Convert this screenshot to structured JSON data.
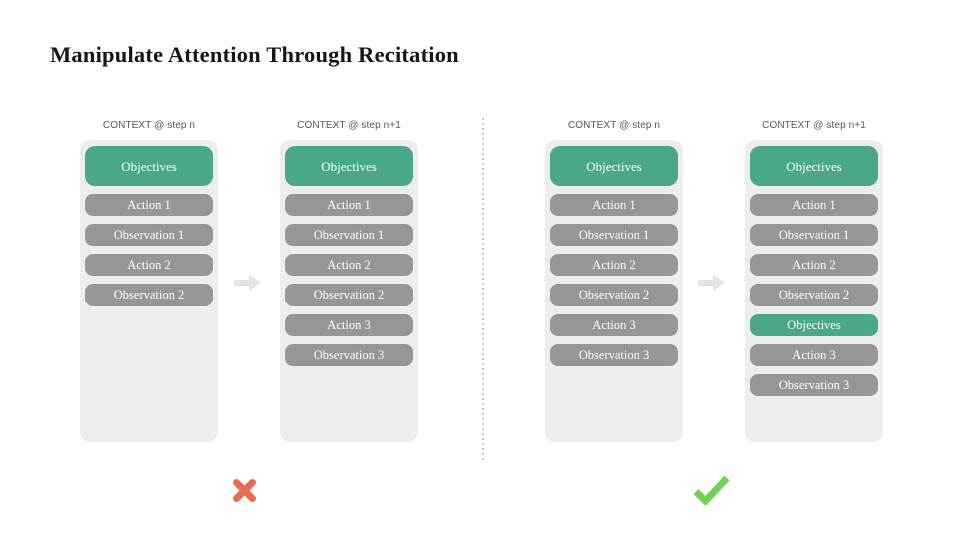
{
  "title": "Manipulate Attention Through Recitation",
  "colors": {
    "highlight_green": "#4ba78c",
    "item_gray": "#969696",
    "panel_background": "#ededec",
    "label_gray": "#57575a",
    "x_mark_red": "#e96b54",
    "check_mark_green": "#70d254",
    "arrow_gray": "#e4e4e4",
    "divider_gray": "#c6c6c6"
  },
  "groups": [
    {
      "name": "without-recitation",
      "verdict": "incorrect",
      "verdict_icon": "x-mark",
      "panels": [
        {
          "label": "CONTEXT @ step n",
          "items": [
            {
              "text": "Objectives",
              "variant": "highlight",
              "size": "large"
            },
            {
              "text": "Action 1",
              "variant": "default",
              "size": "normal"
            },
            {
              "text": "Observation 1",
              "variant": "default",
              "size": "normal"
            },
            {
              "text": "Action 2",
              "variant": "default",
              "size": "normal"
            },
            {
              "text": "Observation 2",
              "variant": "default",
              "size": "normal"
            }
          ]
        },
        {
          "label": "CONTEXT @ step n+1",
          "items": [
            {
              "text": "Objectives",
              "variant": "highlight",
              "size": "large"
            },
            {
              "text": "Action 1",
              "variant": "default",
              "size": "normal"
            },
            {
              "text": "Observation 1",
              "variant": "default",
              "size": "normal"
            },
            {
              "text": "Action 2",
              "variant": "default",
              "size": "normal"
            },
            {
              "text": "Observation 2",
              "variant": "default",
              "size": "normal"
            },
            {
              "text": "Action 3",
              "variant": "default",
              "size": "normal"
            },
            {
              "text": "Observation 3",
              "variant": "default",
              "size": "normal"
            }
          ]
        }
      ]
    },
    {
      "name": "with-recitation",
      "verdict": "correct",
      "verdict_icon": "check-mark",
      "panels": [
        {
          "label": "CONTEXT @ step n",
          "items": [
            {
              "text": "Objectives",
              "variant": "highlight",
              "size": "large"
            },
            {
              "text": "Action 1",
              "variant": "default",
              "size": "normal"
            },
            {
              "text": "Observation 1",
              "variant": "default",
              "size": "normal"
            },
            {
              "text": "Action 2",
              "variant": "default",
              "size": "normal"
            },
            {
              "text": "Observation 2",
              "variant": "default",
              "size": "normal"
            },
            {
              "text": "Action 3",
              "variant": "default",
              "size": "normal"
            },
            {
              "text": "Observation 3",
              "variant": "default",
              "size": "normal"
            }
          ]
        },
        {
          "label": "CONTEXT @ step n+1",
          "items": [
            {
              "text": "Objectives",
              "variant": "highlight",
              "size": "large"
            },
            {
              "text": "Action 1",
              "variant": "default",
              "size": "normal"
            },
            {
              "text": "Observation 1",
              "variant": "default",
              "size": "normal"
            },
            {
              "text": "Action 2",
              "variant": "default",
              "size": "normal"
            },
            {
              "text": "Observation 2",
              "variant": "default",
              "size": "normal"
            },
            {
              "text": "Objectives",
              "variant": "highlight",
              "size": "normal"
            },
            {
              "text": "Action 3",
              "variant": "default",
              "size": "normal"
            },
            {
              "text": "Observation 3",
              "variant": "default",
              "size": "normal"
            }
          ]
        }
      ]
    }
  ]
}
